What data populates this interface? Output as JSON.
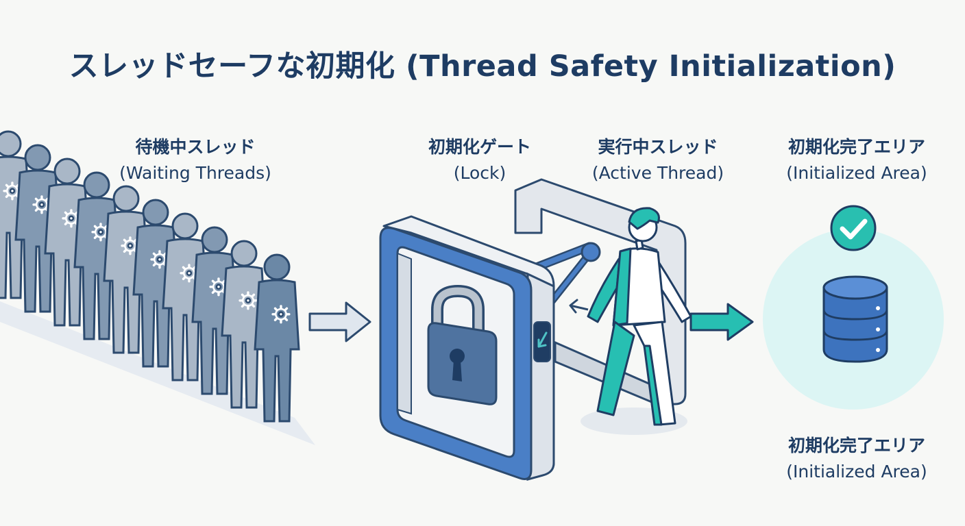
{
  "title": "スレッドセーフな初期化 (Thread Safety Initialization)",
  "labels": {
    "waiting": {
      "jp": "待機中スレッド",
      "en": "(Waiting Threads)"
    },
    "gate": {
      "jp": "初期化ゲート",
      "en": "(Lock)"
    },
    "active": {
      "jp": "実行中スレッド",
      "en": "(Active Thread)"
    },
    "area_top": {
      "jp": "初期化完了エリア",
      "en": "(Initialized Area)"
    },
    "area_bottom": {
      "jp": "初期化完了エリア",
      "en": "(Initialized Area)"
    }
  },
  "icons": {
    "waiting_figure": "person-gear-icon",
    "lock": "padlock-icon",
    "gate_indicator": "arrow-down-left-icon",
    "runner": "walking-person-icon",
    "check": "check-icon",
    "database": "database-icon"
  },
  "colors": {
    "navy": "#1e3c63",
    "gate_blue": "#4a7fc6",
    "figure_gray": "#8c9eb3",
    "figure_blue": "#5f7f9f",
    "teal": "#27bfb2",
    "area_fill": "#d9f6f5",
    "db_blue": "#3d73be"
  }
}
